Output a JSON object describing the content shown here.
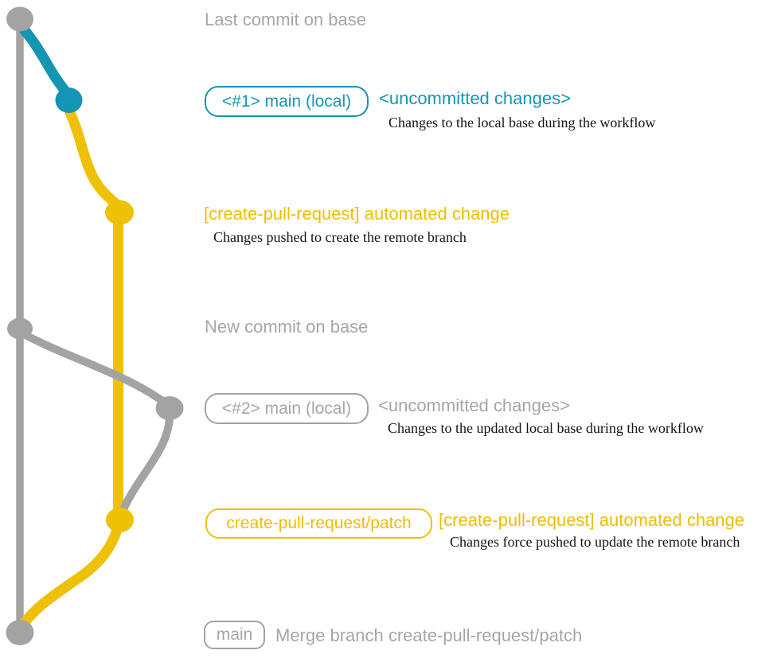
{
  "colors": {
    "gray": "#a3a3a3",
    "gray_text": "#a6a6a6",
    "teal": "#1495b4",
    "yellow": "#efc106",
    "yellow_text": "#eebd00",
    "ink": "#131313"
  },
  "labels": {
    "last_commit_on_base": "Last commit on base",
    "ref1": "<#1> main (local)",
    "uncommitted1": "<uncommitted changes>",
    "desc1": "Changes to the local base during the workflow",
    "commit1_title": "[create-pull-request] automated change",
    "commit1_desc": "Changes pushed to create the remote branch",
    "new_commit_on_base": "New commit on base",
    "ref2": "<#2> main (local)",
    "uncommitted2": "<uncommitted changes>",
    "desc2": "Changes to the updated local base during the workflow",
    "patch_ref": "create-pull-request/patch",
    "commit2_title": "[create-pull-request] automated change",
    "commit2_desc": "Changes force pushed to update the remote branch",
    "main_ref": "main",
    "merge_message": "Merge branch create-pull-request/patch"
  }
}
